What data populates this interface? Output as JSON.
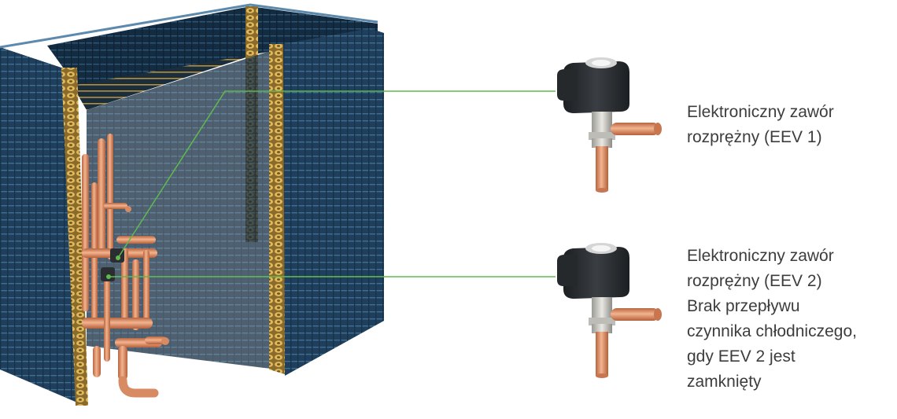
{
  "diagram": {
    "callouts": [
      {
        "id": "eev1",
        "lines": [
          "Elektroniczny zawór",
          "rozprężny (EEV 1)"
        ]
      },
      {
        "id": "eev2",
        "lines": [
          "Elektroniczny zawór",
          "rozprężny (EEV 2)",
          "Brak przepływu",
          "czynnika chłodniczego,",
          "gdy EEV 2 jest",
          "zamknięty"
        ]
      }
    ],
    "colors": {
      "coil_fin": "#1f3f5c",
      "coil_tube": "#c9a24a",
      "copper": "#d88a62",
      "valve_body": "#2b2e31",
      "leader_line": "#5fb94e",
      "text": "#3d3d3d"
    },
    "icons": [
      "heat-exchanger-coil",
      "valve-icon"
    ]
  }
}
